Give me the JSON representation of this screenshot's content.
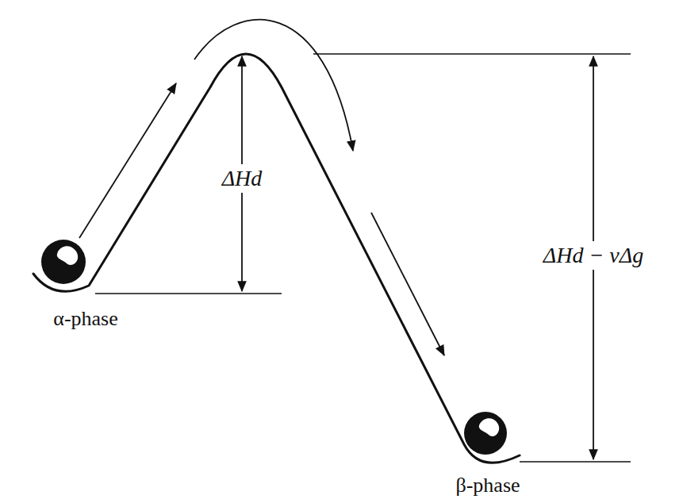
{
  "diagram": {
    "labels": [
      "ΔHd",
      "ΔHd − vΔg",
      "α-phase",
      "β-phase"
    ]
  }
}
